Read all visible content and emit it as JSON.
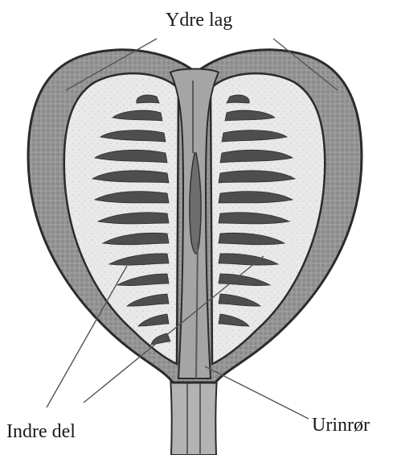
{
  "labels": {
    "outer_layer": "Ydre lag",
    "inner_part": "Indre del",
    "urethra": "Urinrør"
  },
  "colors": {
    "background": "#ffffff",
    "outline": "#2b2b2b",
    "outer_layer_fill": "#8a8a8a",
    "inner_part_fill": "#e6e6e6",
    "duct_fill": "#5a5a5a",
    "urethra_fill": "#a9a9a9",
    "leader_line": "#555555"
  }
}
